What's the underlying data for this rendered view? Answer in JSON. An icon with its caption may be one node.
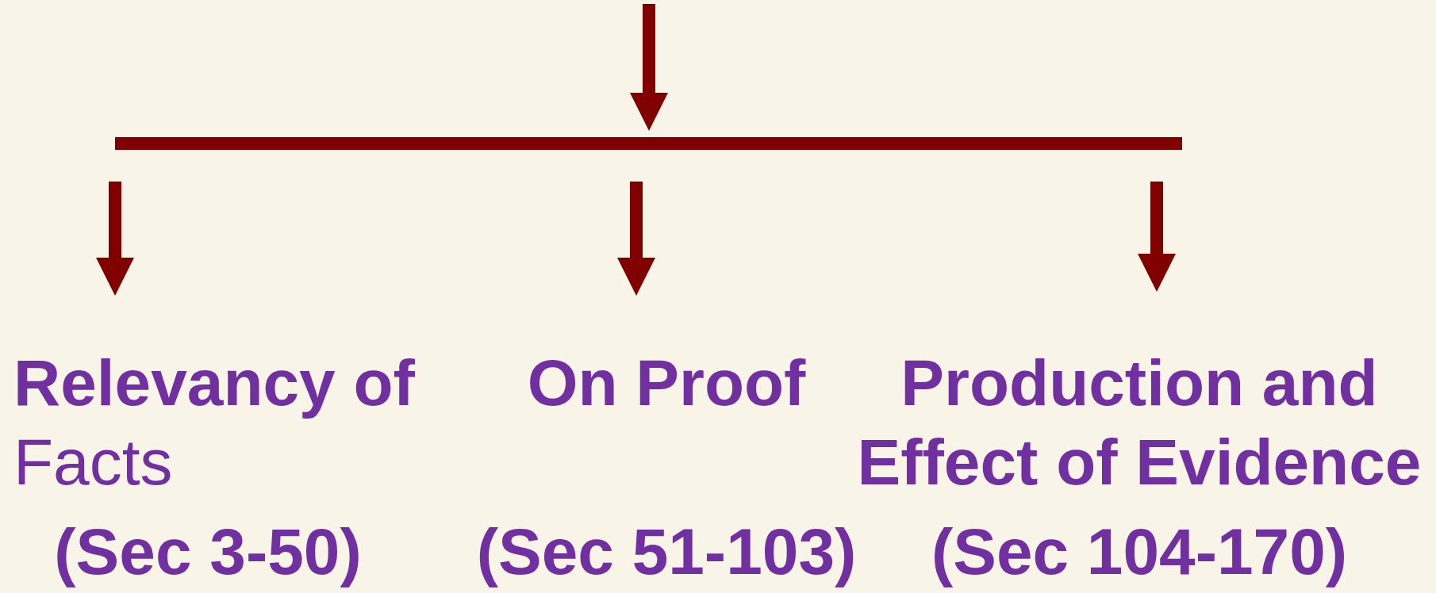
{
  "diagram": {
    "nodes": [
      {
        "text": [],
        "shape": "bar"
      },
      {
        "text": [
          "**Relevancy of** Facts",
          "(Sec 3-50)"
        ]
      },
      {
        "text": [
          "On Proof",
          "(Sec 51-103)"
        ]
      },
      {
        "text": [
          "Production and Effect of Evidence",
          "(Sec 104-170)"
        ]
      }
    ],
    "edges": [
      {
        "from": null,
        "to": 0,
        "arrow": "to"
      },
      {
        "from": 0,
        "to": 1,
        "arrow": "to"
      },
      {
        "from": 0,
        "to": 2,
        "arrow": "to"
      },
      {
        "from": 0,
        "to": 3,
        "arrow": "to"
      }
    ]
  }
}
